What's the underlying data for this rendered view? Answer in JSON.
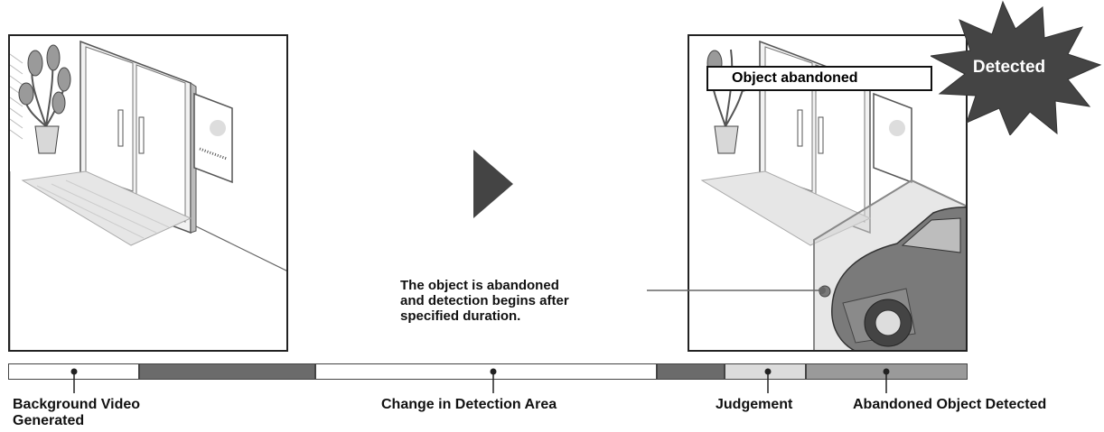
{
  "callout": {
    "lines": [
      "The object is abandoned",
      "and detection begins after",
      "specified duration."
    ]
  },
  "banner": {
    "status_text": "Object abandoned",
    "burst_text": "Detected"
  },
  "timeline": {
    "labels": {
      "background": [
        "Background Video",
        "Generated"
      ],
      "change": "Change in Detection Area",
      "judgement": "Judgement",
      "detected": "Abandoned Object Detected"
    }
  },
  "colors": {
    "dark_segment": "#6b6b6b",
    "light_segment": "#dcdcdc",
    "mid_segment": "#9a9a9a",
    "burst": "#444444",
    "arrow": "#444444"
  }
}
